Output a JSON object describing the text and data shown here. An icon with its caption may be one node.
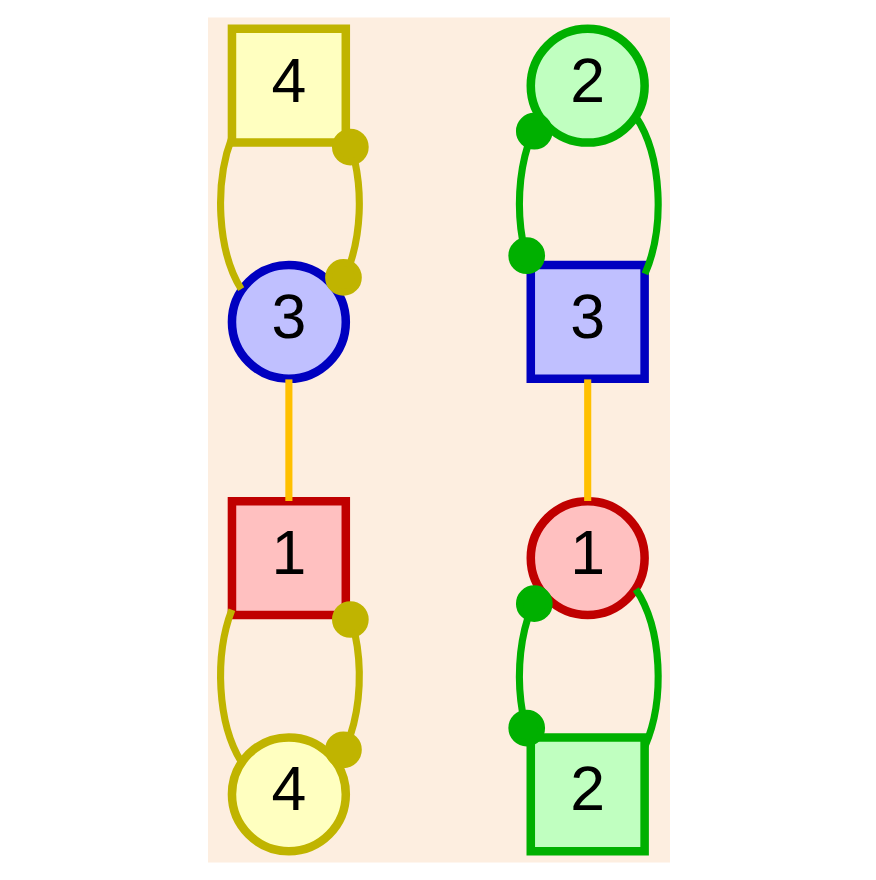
{
  "diagram": {
    "nodes": [
      {
        "text": [
          "4"
        ]
      },
      {
        "text": [
          "3"
        ]
      },
      {
        "text": [
          "1"
        ]
      },
      {
        "text": [
          "4"
        ]
      },
      {
        "text": [
          "2"
        ]
      },
      {
        "text": [
          "3"
        ]
      },
      {
        "text": [
          "1"
        ]
      },
      {
        "text": [
          "2"
        ]
      }
    ],
    "edges": [
      {
        "from": 0,
        "to": 1,
        "arrow": "none",
        "color": "#c0b400"
      },
      {
        "from": 0,
        "to": 1,
        "arrow": "other",
        "color": "#c0b400"
      },
      {
        "from": 1,
        "to": 2,
        "arrow": "none",
        "color": "#ffc000"
      },
      {
        "from": 2,
        "to": 3,
        "arrow": "none",
        "color": "#c0b400"
      },
      {
        "from": 2,
        "to": 3,
        "arrow": "other",
        "color": "#c0b400"
      },
      {
        "from": 4,
        "to": 5,
        "arrow": "other",
        "color": "#00b000"
      },
      {
        "from": 4,
        "to": 5,
        "arrow": "none",
        "color": "#00b000"
      },
      {
        "from": 5,
        "to": 6,
        "arrow": "none",
        "color": "#ffc000"
      },
      {
        "from": 6,
        "to": 7,
        "arrow": "other",
        "color": "#00b000"
      },
      {
        "from": 6,
        "to": 7,
        "arrow": "none",
        "color": "#00b000"
      }
    ]
  }
}
